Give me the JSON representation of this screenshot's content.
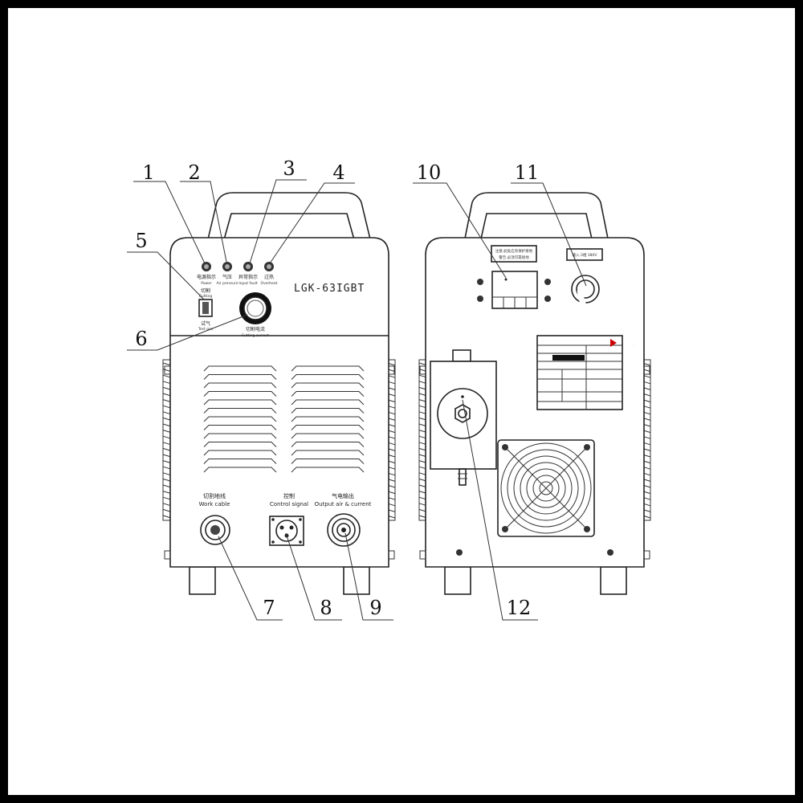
{
  "figure": {
    "model": "LGK-63IGBT",
    "callouts": [
      "1",
      "2",
      "3",
      "4",
      "5",
      "6",
      "7",
      "8",
      "9",
      "10",
      "11",
      "12"
    ],
    "front_labels": {
      "power_indicator": "电源指示",
      "power_indicator_en": "Power",
      "air_pressure": "气压",
      "air_pressure_en": "Air pressure",
      "input_fault": "异常指示",
      "input_fault_en": "Input fault",
      "overload": "过热",
      "overload_en": "Overheat",
      "cut_switch": "切割",
      "cut_switch_en": "Cutting",
      "test_gas": "试气",
      "test_gas_en": "Test gas",
      "current_knob": "切割电流",
      "current_knob_en": "Cutting current",
      "work_cable": "切割地线",
      "work_cable_en": "Work cable",
      "control": "控制",
      "control_en": "Control signal",
      "output": "气电输出",
      "output_en": "Output air & current"
    },
    "rear_labels": {
      "warning_line1": "注意:此处应有保护接地",
      "warning_line2": "警告:必须可靠接地",
      "cable_tag": "输入:3相 380V"
    }
  }
}
